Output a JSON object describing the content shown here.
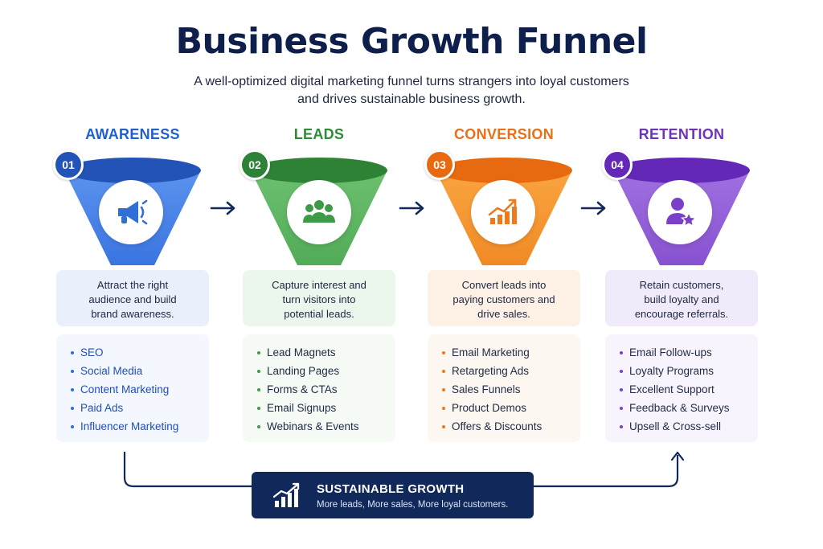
{
  "header": {
    "title": "Business Growth Funnel",
    "subtitle_line1": "A well-optimized digital marketing funnel turns strangers into loyal customers",
    "subtitle_line2": "and drives sustainable business growth."
  },
  "stages": [
    {
      "number": "01",
      "label": "AWARENESS",
      "icon": "megaphone-icon",
      "color": "#2f6fd6",
      "desc_lines": [
        "Attract the right",
        "audience and build",
        "brand awareness."
      ],
      "items": [
        "SEO",
        "Social Media",
        "Content Marketing",
        "Paid Ads",
        "Influencer Marketing"
      ]
    },
    {
      "number": "02",
      "label": "LEADS",
      "icon": "people-group-icon",
      "color": "#3d9a46",
      "desc_lines": [
        "Capture interest and",
        "turn visitors into",
        "potential leads."
      ],
      "items": [
        "Lead Magnets",
        "Landing Pages",
        "Forms & CTAs",
        "Email Signups",
        "Webinars & Events"
      ]
    },
    {
      "number": "03",
      "label": "CONVERSION",
      "icon": "growth-chart-icon",
      "color": "#ee7a1c",
      "desc_lines": [
        "Convert leads into",
        "paying customers and",
        "drive sales."
      ],
      "items": [
        "Email Marketing",
        "Retargeting Ads",
        "Sales Funnels",
        "Product Demos",
        "Offers & Discounts"
      ]
    },
    {
      "number": "04",
      "label": "RETENTION",
      "icon": "user-star-icon",
      "color": "#7b3fc9",
      "desc_lines": [
        "Retain customers,",
        "build loyalty and",
        "encourage referrals."
      ],
      "items": [
        "Email Follow-ups",
        "Loyalty Programs",
        "Excellent Support",
        "Feedback & Surveys",
        "Upsell & Cross-sell"
      ]
    }
  ],
  "banner": {
    "icon": "growth-bars-icon",
    "title": "SUSTAINABLE GROWTH",
    "subtitle": "More leads, More sales, More loyal customers."
  },
  "colors": {
    "navy": "#10295a",
    "awareness": "#2f6fd6",
    "leads": "#3d9a46",
    "conversion": "#ee7a1c",
    "retention": "#7b3fc9"
  }
}
